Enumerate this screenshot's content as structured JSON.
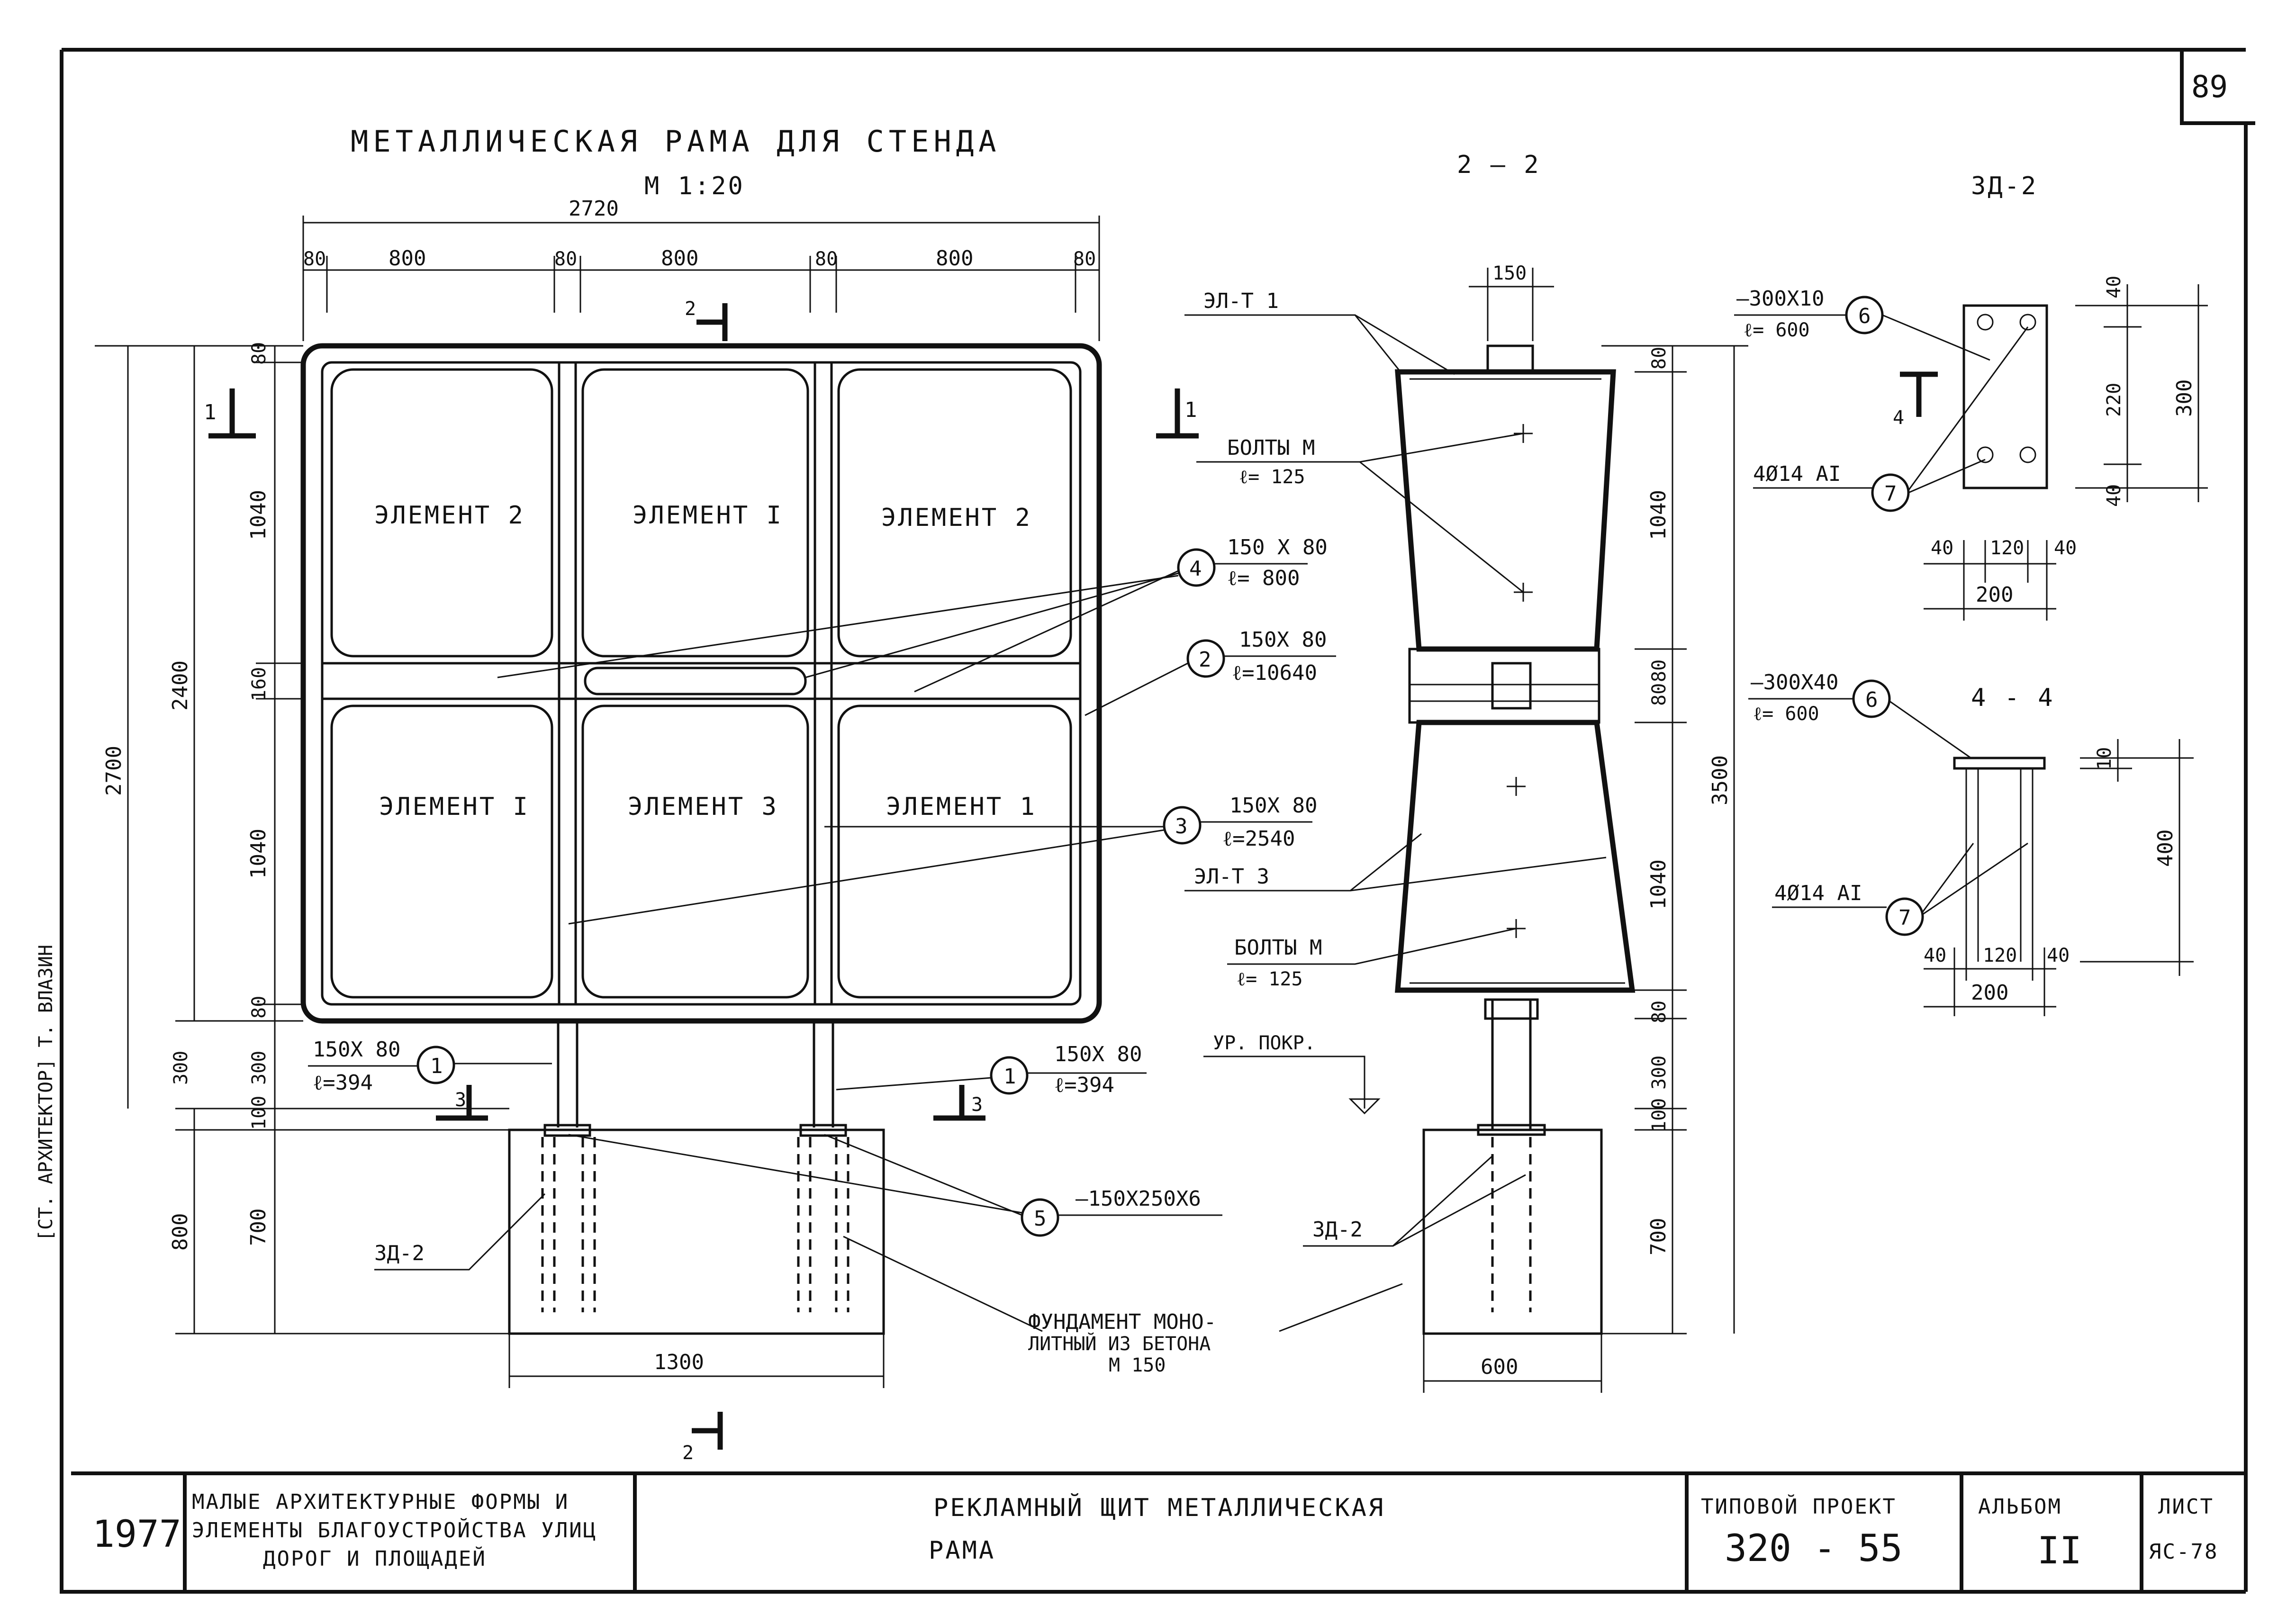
{
  "sheet": {
    "page_number": "89",
    "title": "МЕТАЛЛИЧЕСКАЯ  РАМА  ДЛЯ  СТЕНДА",
    "scale": "М 1:20",
    "section_2_2": "2 – 2",
    "detail_zd2": "ЗД-2",
    "section_4_4": "4 - 4",
    "side_stamp": "[СТ. АРХИТЕКТОР]   Т. ВЛАЗИН"
  },
  "front_view": {
    "dims": {
      "total_width": "2720",
      "w80": "80",
      "w800": "800",
      "h80": "80",
      "h1040": "1040",
      "h160": "160",
      "h2400": "2400",
      "h2700": "2700",
      "h300": "300",
      "h100": "100",
      "h700": "700",
      "h800": "800",
      "foundation_width": "1300"
    },
    "panels": [
      "ЭЛЕМЕНТ 2",
      "ЭЛЕМЕНТ I",
      "ЭЛЕМЕНТ 2",
      "ЭЛЕМЕНТ I",
      "ЭЛЕМЕНТ 3",
      "ЭЛЕМЕНТ 1"
    ],
    "callouts": {
      "c4_num": "4",
      "c4_size": "150 X 80",
      "c4_len": "ℓ= 800",
      "c2_num": "2",
      "c2_size": "150X 80",
      "c2_len": "ℓ=10640",
      "c3_num": "3",
      "c3_size": "150X 80",
      "c3_len": "ℓ=2540",
      "c1a_num": "1",
      "c1a_size": "150X 80",
      "c1a_len": "ℓ=394",
      "c1b_num": "1",
      "c1b_size": "150X 80",
      "c1b_len": "ℓ=394",
      "c5_num": "5",
      "c5_spec": "–150X250X6"
    },
    "zd2_label": "ЗД-2",
    "foundation_label_1": "ФУНДАМЕНТ МОНО-",
    "foundation_label_2": "ЛИТНЫЙ ИЗ БЕТОНА",
    "foundation_label_3": "М 150",
    "cut_1": "1",
    "cut_2": "2",
    "cut_3": "3"
  },
  "section_view": {
    "dims": {
      "w150": "150",
      "h80": "80",
      "h1040": "1040",
      "h80b": "80",
      "h80c": "80",
      "h3500": "3500",
      "h1040b": "1040",
      "h80d": "80",
      "h300": "300",
      "h100": "100",
      "h700": "700",
      "w600": "600"
    },
    "el1": "ЭЛ-Т 1",
    "el3": "ЭЛ-Т 3",
    "bolts_a": "БОЛТЫ М",
    "bolts_a_len": "ℓ= 125",
    "bolts_b": "БОЛТЫ М",
    "bolts_b_len": "ℓ= 125",
    "ground_level": "УР. ПОКР.",
    "zd2": "ЗД-2"
  },
  "detail_view": {
    "plate_spec": "–300X10",
    "plate_len": "ℓ= 600",
    "plate_num": "6",
    "rebar_spec": "4Ø14 АI",
    "rebar_num": "7",
    "cut_4": "4",
    "dims": {
      "d40": "40",
      "d220": "220",
      "d300": "300",
      "d120": "120",
      "d200": "200"
    }
  },
  "section44": {
    "plate_spec": "–300X40",
    "plate_len": "ℓ= 600",
    "plate_num": "6",
    "rebar_spec": "4Ø14 АI",
    "rebar_num": "7",
    "dims": {
      "d10": "10",
      "d400": "400",
      "d40": "40",
      "d120": "120",
      "d200": "200"
    }
  },
  "title_block": {
    "year": "1977",
    "series_1": "МАЛЫЕ АРХИТЕКТУРНЫЕ ФОРМЫ И",
    "series_2": "ЭЛЕМЕНТЫ БЛАГОУСТРОЙСТВА УЛИЦ",
    "series_3": "ДОРОГ  И  ПЛОЩАДЕЙ",
    "drawing_title_1": "РЕКЛАМНЫЙ   ЩИТ  МЕТАЛЛИЧЕСКАЯ",
    "drawing_title_2": "РАМА",
    "project_label": "ТИПОВОЙ ПРОЕКТ",
    "project_number": "320 - 55",
    "album_label": "АЛЬБОМ",
    "album_number": "II",
    "sheet_label": "ЛИСТ",
    "sheet_number": "ЯС-78"
  }
}
